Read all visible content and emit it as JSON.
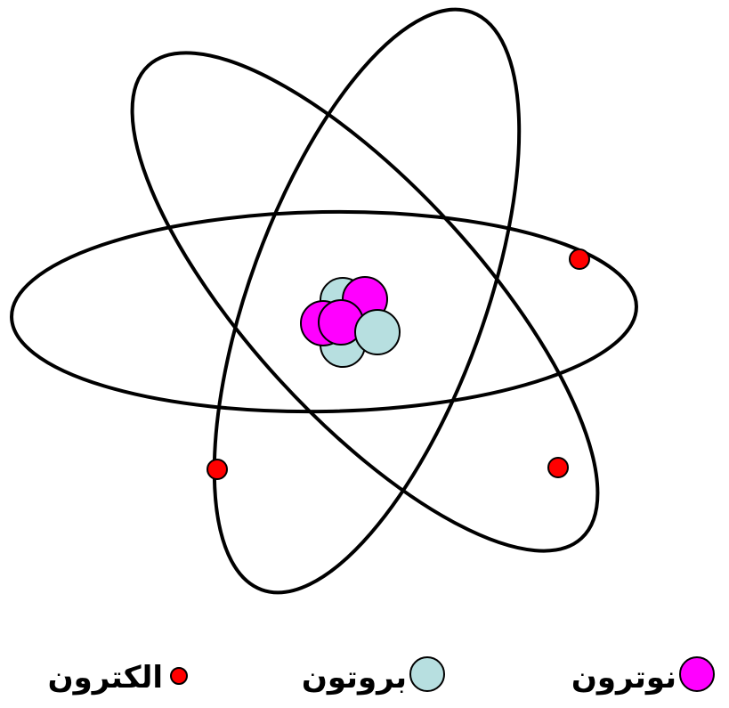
{
  "colors": {
    "orbit_stroke": "#000000",
    "electron": "#ff0000",
    "proton": "#b7dfe0",
    "neutron": "#ff00ff",
    "outline": "#000000",
    "background": "#ffffff"
  },
  "legend": [
    {
      "kind": "neutron",
      "label": "نوترون"
    },
    {
      "kind": "proton",
      "label": "بروتون"
    },
    {
      "kind": "electron",
      "label": "الکترون"
    }
  ]
}
